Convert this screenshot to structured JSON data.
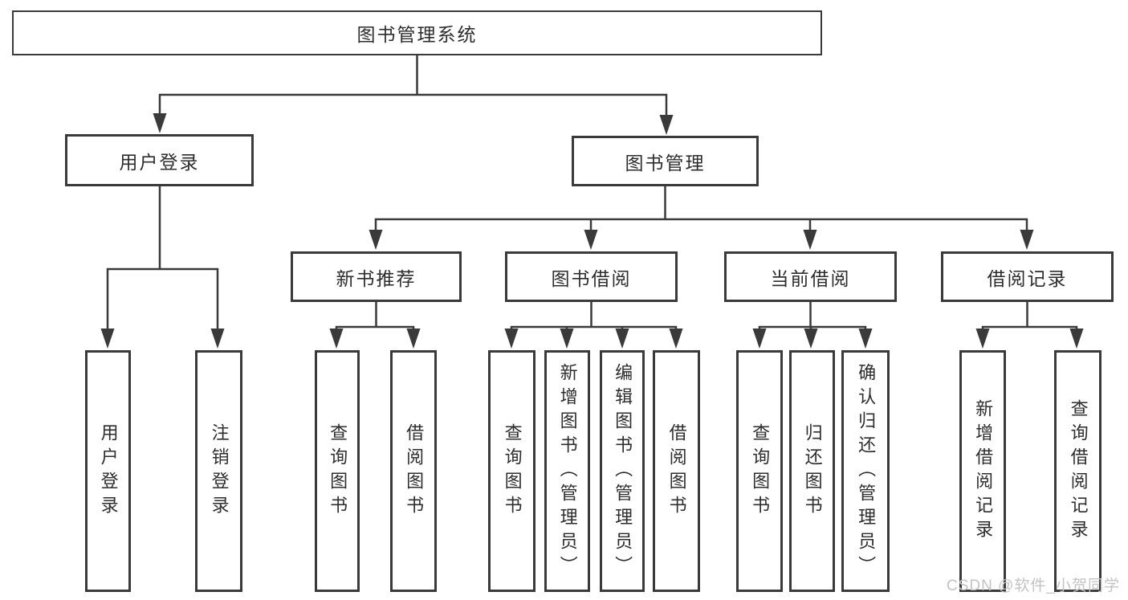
{
  "diagram": {
    "type": "tree-structure-chart",
    "colors": {
      "line": "#3a3a3a",
      "box_border": "#3a3a3a",
      "text": "#2d2d2d",
      "background": "#ffffff",
      "watermark": "#c3c3c3"
    },
    "watermark": "CSDN @软件_小贺同学",
    "tree": {
      "root": {
        "label": "图书管理系统"
      },
      "level2": [
        {
          "label": "用户登录",
          "children": [
            {
              "label": "用户登录"
            },
            {
              "label": "注销登录"
            }
          ]
        },
        {
          "label": "图书管理",
          "children": [
            {
              "label": "新书推荐",
              "children": [
                {
                  "label": "查询图书"
                },
                {
                  "label": "借阅图书"
                }
              ]
            },
            {
              "label": "图书借阅",
              "children": [
                {
                  "label": "查询图书"
                },
                {
                  "label": "新增图书（管理员）"
                },
                {
                  "label": "编辑图书（管理员）"
                },
                {
                  "label": "借阅图书"
                }
              ]
            },
            {
              "label": "当前借阅",
              "children": [
                {
                  "label": "查询图书"
                },
                {
                  "label": "归还图书"
                },
                {
                  "label": "确认归还（管理员）"
                }
              ]
            },
            {
              "label": "借阅记录",
              "children": [
                {
                  "label": "新增借阅记录"
                },
                {
                  "label": "查询借阅记录"
                }
              ]
            }
          ]
        }
      ]
    }
  }
}
